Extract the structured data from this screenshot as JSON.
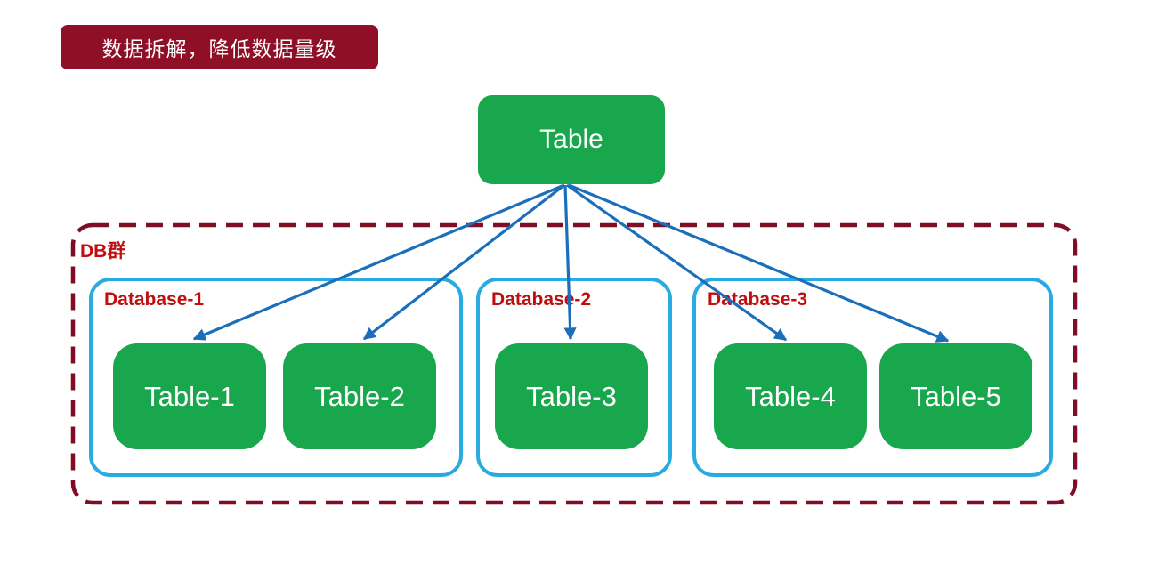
{
  "banner": {
    "text": "数据拆解，降低数据量级"
  },
  "root_table": {
    "label": "Table"
  },
  "db_group": {
    "label": "DB群"
  },
  "databases": [
    {
      "label": "Database-1",
      "tables": [
        "Table-1",
        "Table-2"
      ]
    },
    {
      "label": "Database-2",
      "tables": [
        "Table-3"
      ]
    },
    {
      "label": "Database-3",
      "tables": [
        "Table-4",
        "Table-5"
      ]
    }
  ],
  "edges": [
    {
      "from": "Table",
      "to": "Table-1"
    },
    {
      "from": "Table",
      "to": "Table-2"
    },
    {
      "from": "Table",
      "to": "Table-3"
    },
    {
      "from": "Table",
      "to": "Table-4"
    },
    {
      "from": "Table",
      "to": "Table-5"
    }
  ],
  "colors": {
    "banner_bg": "#8E0F26",
    "group_dashed_border": "#7F0E24",
    "label_red": "#C00D0D",
    "node_green": "#18A74D",
    "database_border_blue": "#29ABE2",
    "arrow_blue": "#1B6FBA",
    "text_white": "#FFFFFF"
  }
}
